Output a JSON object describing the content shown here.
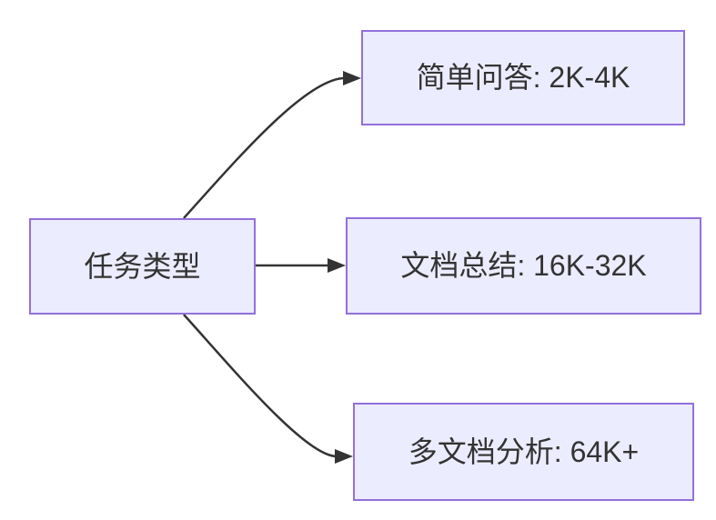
{
  "diagram": {
    "type": "flowchart",
    "direction": "left-to-right",
    "nodes": {
      "root": {
        "id": "root",
        "label": "任务类型"
      },
      "simple_qa": {
        "id": "simple_qa",
        "label": "简单问答: 2K-4K"
      },
      "doc_summary": {
        "id": "doc_summary",
        "label": "文档总结: 16K-32K"
      },
      "multi_doc": {
        "id": "multi_doc",
        "label": "多文档分析: 64K+"
      }
    },
    "edges": [
      {
        "from": "root",
        "to": "simple_qa",
        "arrow": "filled-triangle"
      },
      {
        "from": "root",
        "to": "doc_summary",
        "arrow": "filled-triangle"
      },
      {
        "from": "root",
        "to": "multi_doc",
        "arrow": "filled-triangle"
      }
    ],
    "colors": {
      "node_fill": "#ECECFF",
      "node_border": "#9370DB",
      "edge": "#333333",
      "text": "#333333",
      "background": "#FFFFFF"
    }
  }
}
